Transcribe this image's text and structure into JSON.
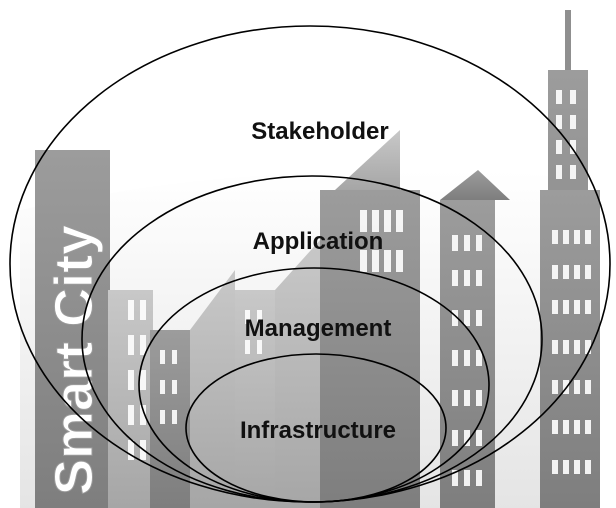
{
  "title": "Smart City",
  "layers": [
    {
      "name": "Stakeholder"
    },
    {
      "name": "Application"
    },
    {
      "name": "Management"
    },
    {
      "name": "Infrastructure"
    }
  ],
  "colors": {
    "background": "#ffffff",
    "ellipse_stroke": "#000000",
    "building_dark": "#8a8a8a",
    "building_mid": "#a3a3a3",
    "building_light": "#c4c4c4",
    "window": "#ffffff",
    "title_text": "#ffffff",
    "label_text": "#111111"
  },
  "icons": [
    "city-skyline-background"
  ]
}
